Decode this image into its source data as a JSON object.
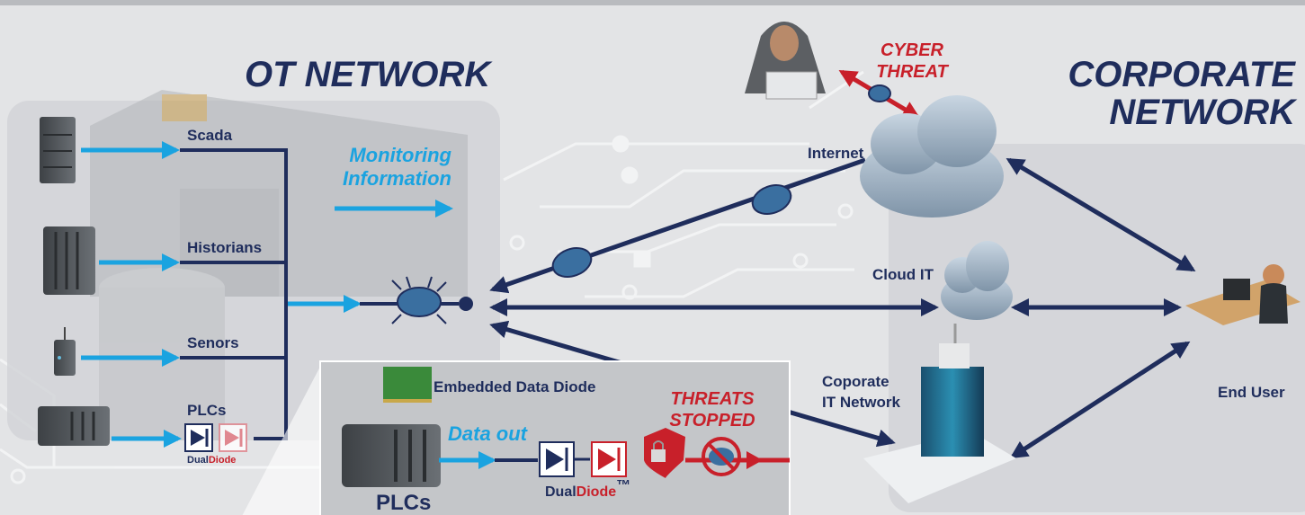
{
  "titles": {
    "ot_network": "OT NETWORK",
    "corporate_line1": "CORPORATE",
    "corporate_line2": "NETWORK"
  },
  "ot_devices": {
    "scada": "Scada",
    "historians": "Historians",
    "sensors": "Senors",
    "plcs": "PLCs"
  },
  "monitoring": {
    "line1": "Monitoring",
    "line2": "Information"
  },
  "threat": {
    "cyber_line1": "CYBER",
    "cyber_line2": "THREAT",
    "stopped_line1": "THREATS",
    "stopped_line2": "STOPPED"
  },
  "network_nodes": {
    "internet": "Internet",
    "cloud_it": "Cloud IT",
    "corporate_it_line1": "Coporate",
    "corporate_it_line2": "IT Network",
    "end_user": "End User"
  },
  "inset": {
    "embedded_diode": "Embedded Data Diode",
    "data_out": "Data out",
    "plcs": "PLCs"
  },
  "brand": {
    "dual": "Dual",
    "diode": "Diode",
    "tm": "™"
  },
  "colors": {
    "navy": "#1f2d5c",
    "accent_blue": "#1aa3e0",
    "threat_red": "#c8202a",
    "background": "#e3e4e6"
  }
}
